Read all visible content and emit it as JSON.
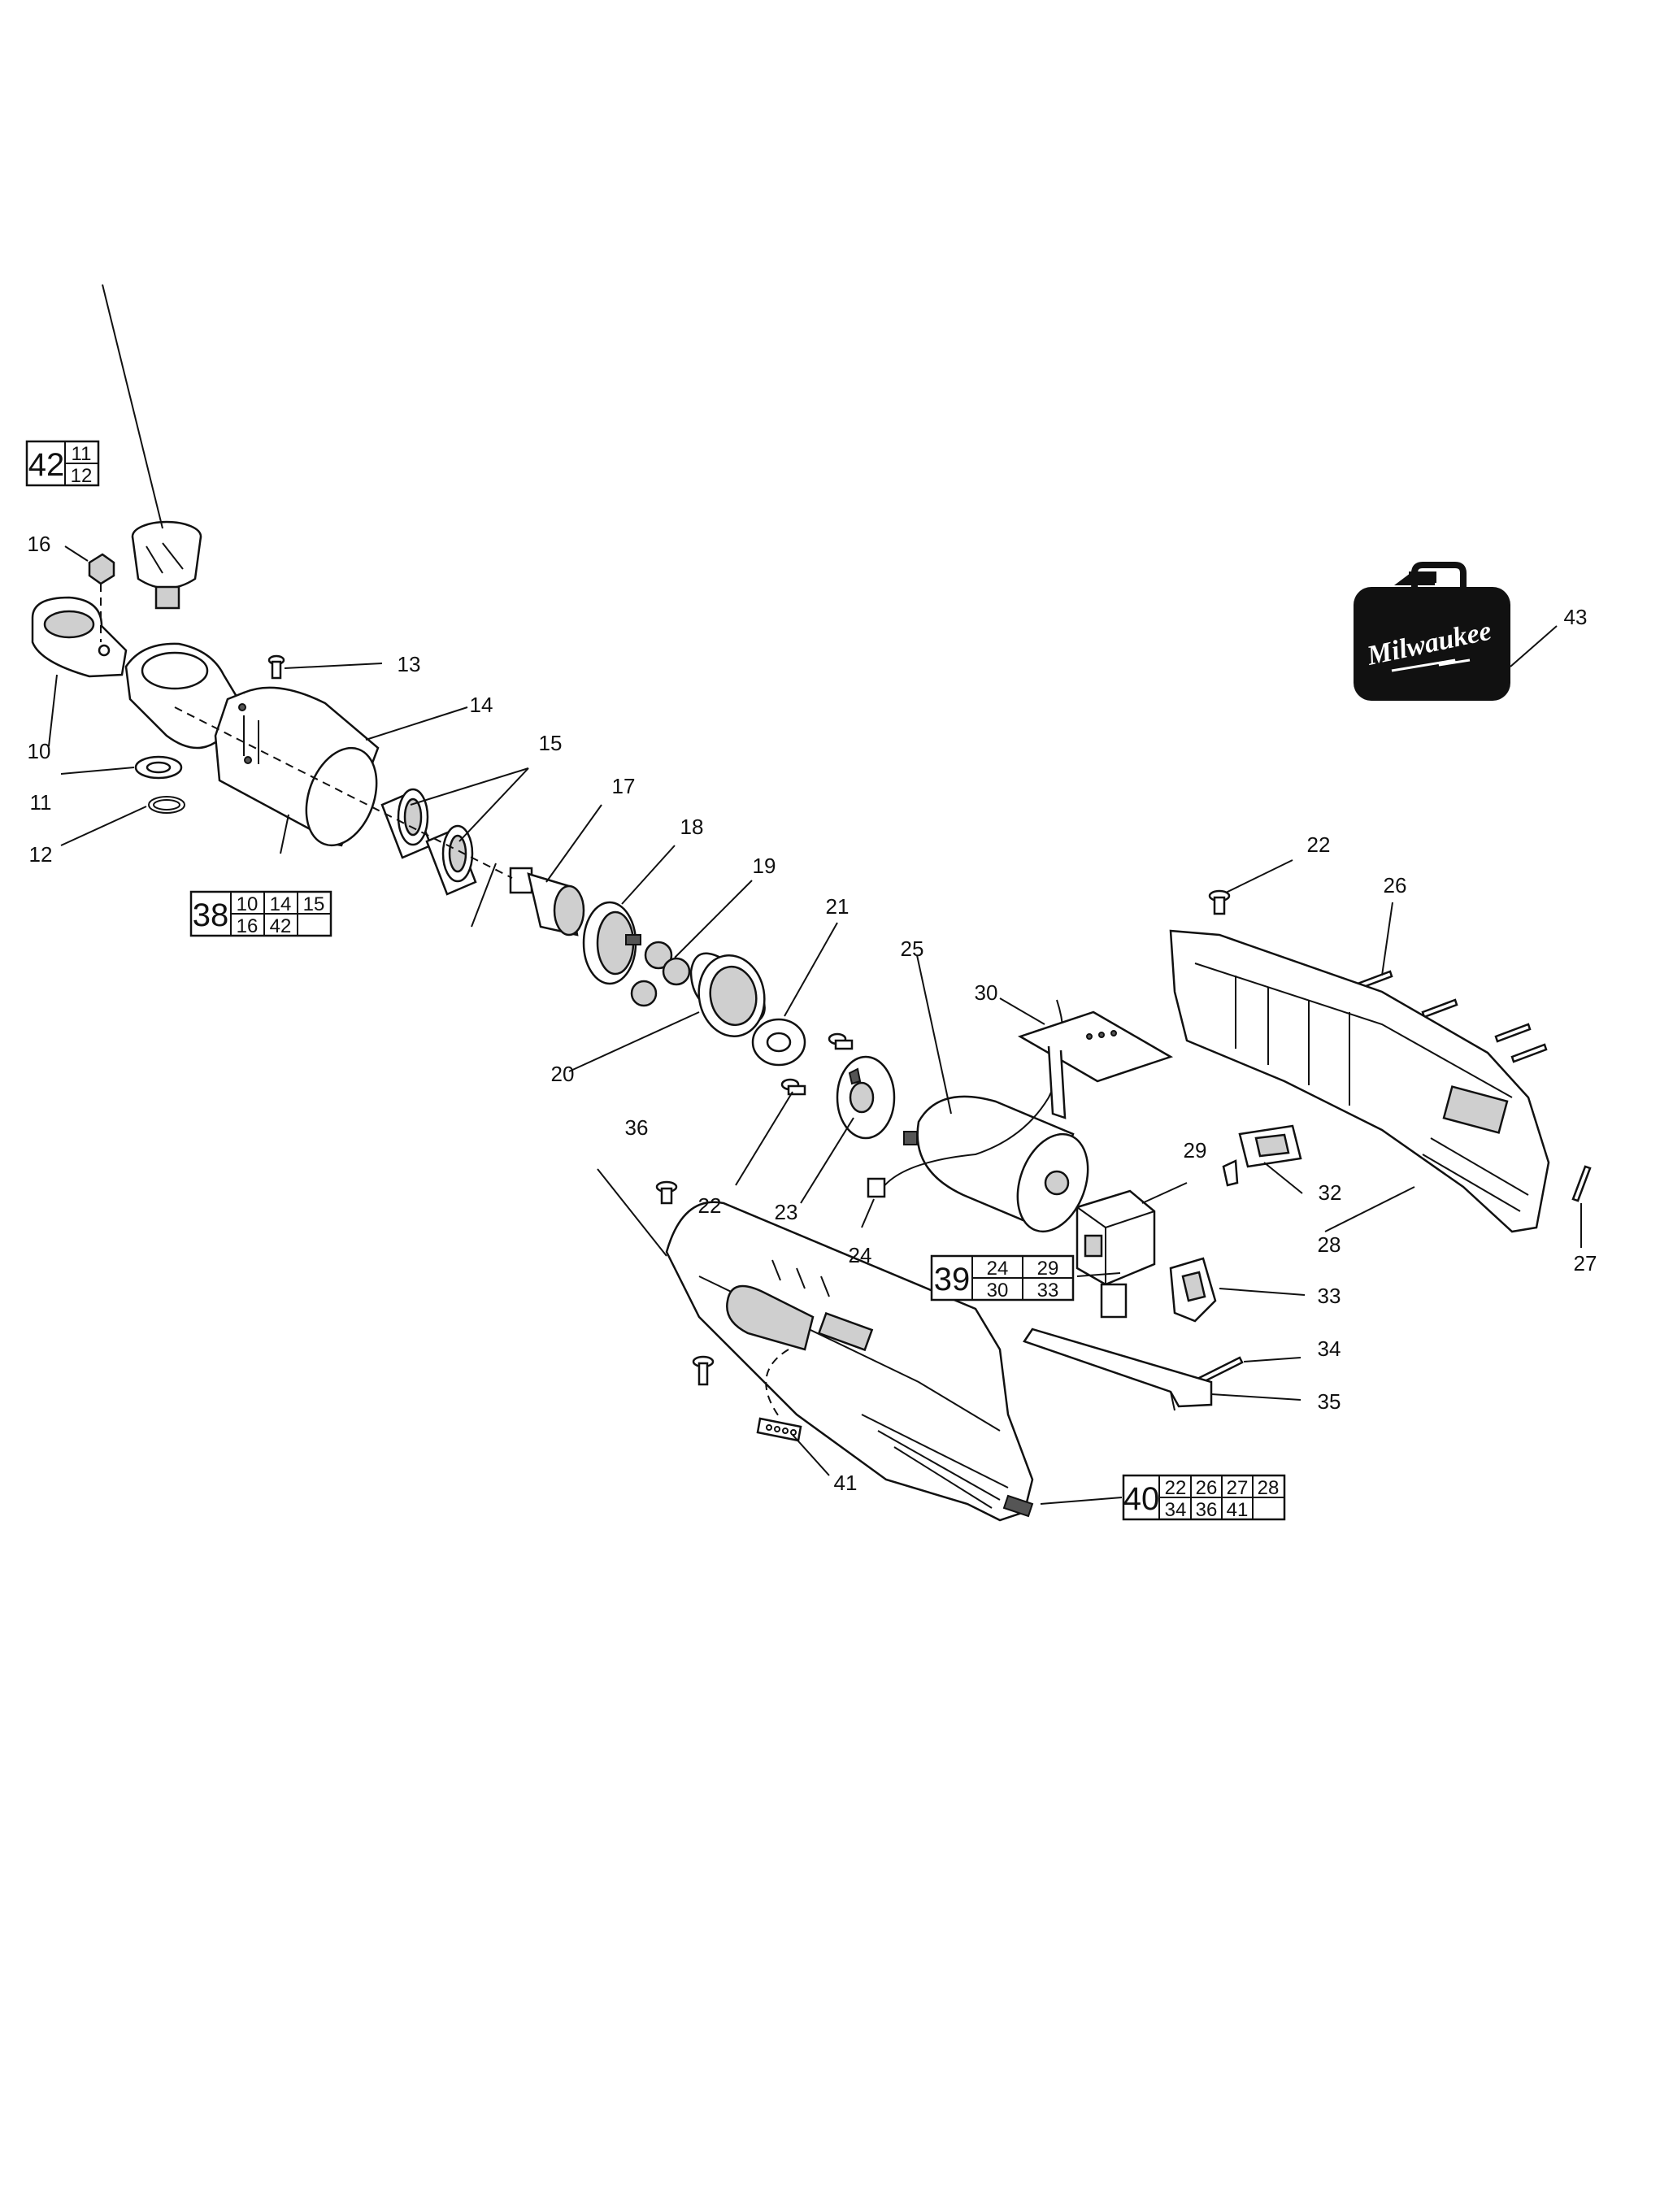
{
  "callouts": [
    {
      "id": "c16",
      "text": "16"
    },
    {
      "id": "c13",
      "text": "13"
    },
    {
      "id": "c14",
      "text": "14"
    },
    {
      "id": "c15",
      "text": "15"
    },
    {
      "id": "c10",
      "text": "10"
    },
    {
      "id": "c11",
      "text": "11"
    },
    {
      "id": "c12",
      "text": "12"
    },
    {
      "id": "c17",
      "text": "17"
    },
    {
      "id": "c18",
      "text": "18"
    },
    {
      "id": "c19",
      "text": "19"
    },
    {
      "id": "c21",
      "text": "21"
    },
    {
      "id": "c20",
      "text": "20"
    },
    {
      "id": "c22a",
      "text": "22"
    },
    {
      "id": "c23",
      "text": "23"
    },
    {
      "id": "c24",
      "text": "24"
    },
    {
      "id": "c25",
      "text": "25"
    },
    {
      "id": "c30",
      "text": "30"
    },
    {
      "id": "c22b",
      "text": "22"
    },
    {
      "id": "c26",
      "text": "26"
    },
    {
      "id": "c29",
      "text": "29"
    },
    {
      "id": "c32",
      "text": "32"
    },
    {
      "id": "c28",
      "text": "28"
    },
    {
      "id": "c27",
      "text": "27"
    },
    {
      "id": "c33",
      "text": "33"
    },
    {
      "id": "c34",
      "text": "34"
    },
    {
      "id": "c35",
      "text": "35"
    },
    {
      "id": "c36",
      "text": "36"
    },
    {
      "id": "c41",
      "text": "41"
    },
    {
      "id": "c43",
      "text": "43"
    }
  ],
  "kits": [
    {
      "id": "k42",
      "number": "42",
      "parts": [
        "11",
        "12"
      ]
    },
    {
      "id": "k38",
      "number": "38",
      "parts": [
        "10",
        "14",
        "15",
        "16",
        "42",
        ""
      ]
    },
    {
      "id": "k39",
      "number": "39",
      "parts": [
        "24",
        "29",
        "30",
        "33"
      ]
    },
    {
      "id": "k40",
      "number": "40",
      "parts": [
        "22",
        "26",
        "27",
        "28",
        "34",
        "36",
        "41",
        ""
      ]
    }
  ],
  "brand": {
    "logo_text": "Milwaukee"
  }
}
